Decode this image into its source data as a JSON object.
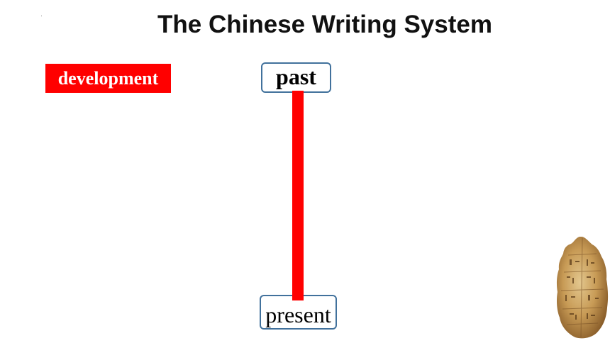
{
  "slide": {
    "title": "The Chinese Writing System",
    "development_label": "development",
    "timeline": {
      "start_label": "past",
      "end_label": "present",
      "bar_color": "#ff0000",
      "box_border_color": "#41719c"
    },
    "accent_color": "#ff0000",
    "image_icon": "oracle-bone-shell-icon"
  }
}
